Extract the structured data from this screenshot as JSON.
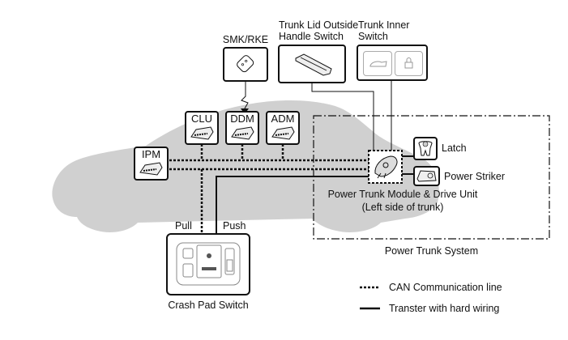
{
  "diagram": {
    "title": "Power Trunk System Block Diagram",
    "inputs": {
      "smk_rke": "SMK/RKE",
      "trunk_lid_outside": [
        "Trunk Lid Outside",
        "Handle Switch"
      ],
      "trunk_inner": [
        "Trunk Inner",
        "Switch"
      ]
    },
    "modules": {
      "clu": "CLU",
      "ddm": "DDM",
      "adm": "ADM",
      "ipm": "IPM"
    },
    "power_trunk": {
      "module_label": [
        "Power Trunk Module & Drive Unit",
        "(Left side of trunk)"
      ],
      "latch": "Latch",
      "striker": "Power Striker",
      "system_label": "Power Trunk System"
    },
    "crash_pad": {
      "label": "Crash Pad Switch",
      "pull": "Pull",
      "push": "Push"
    },
    "legend": {
      "can": "CAN Communication line",
      "hard": "Transter with hard wiring"
    },
    "colors": {
      "car_silhouette": "#d0d0d0",
      "line": "#111111"
    }
  }
}
